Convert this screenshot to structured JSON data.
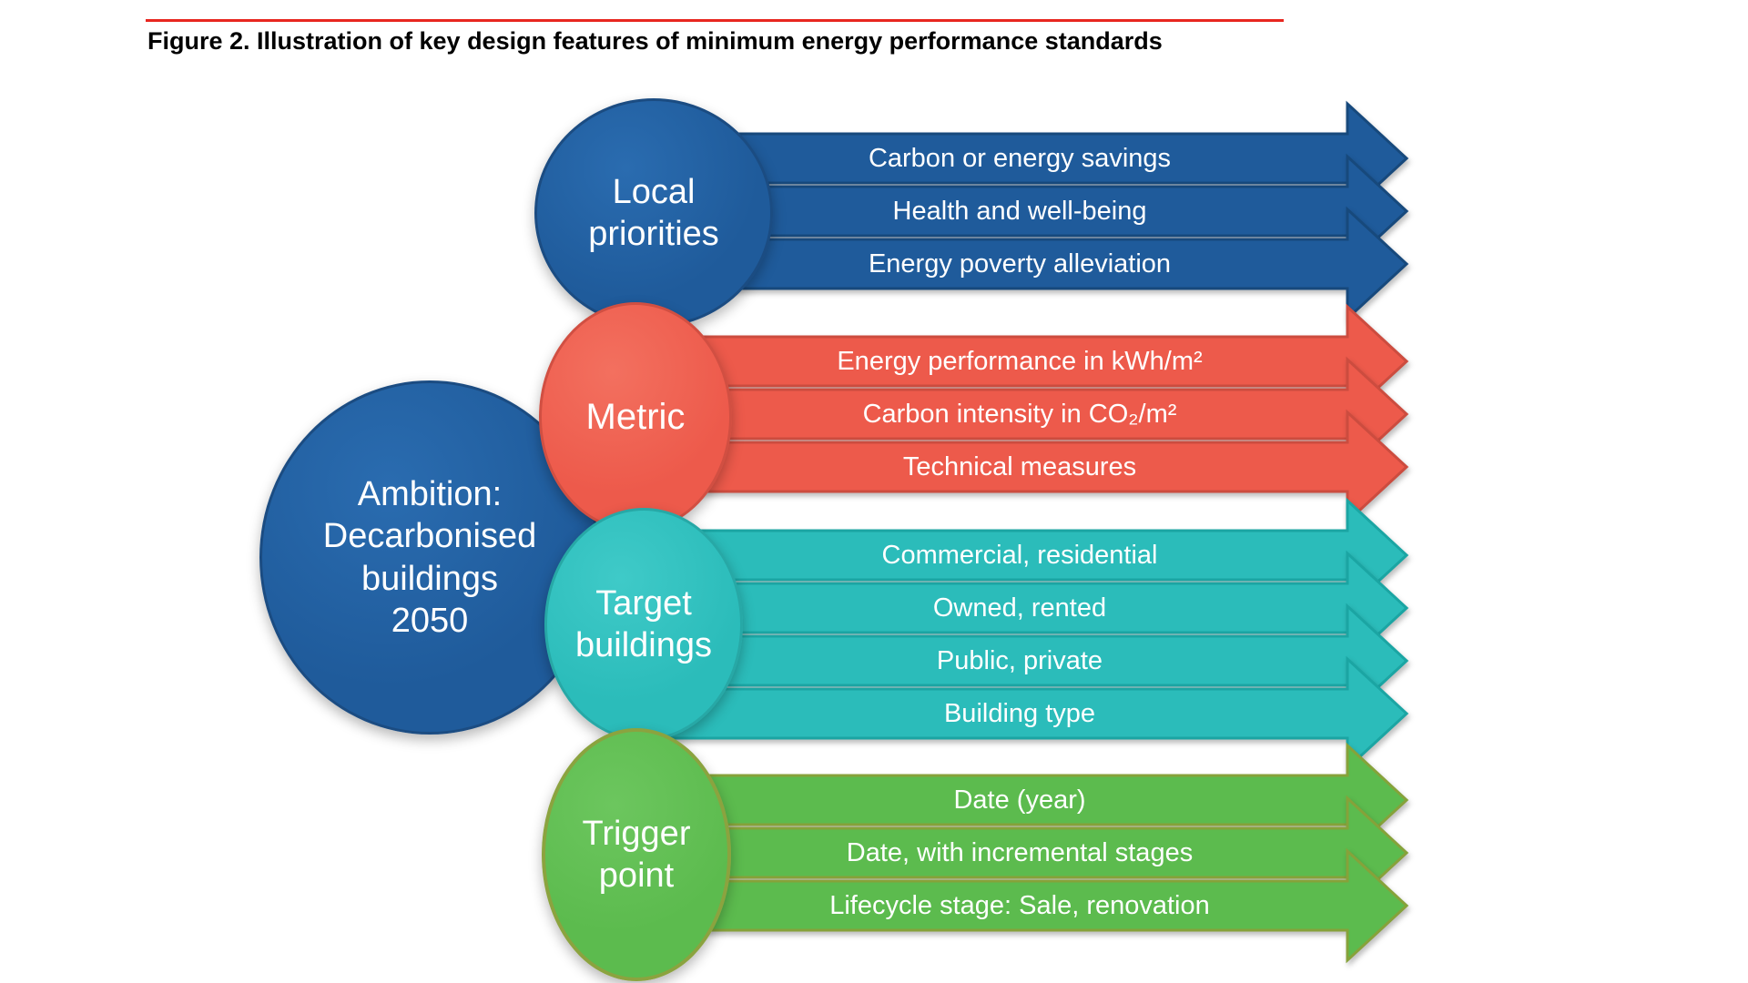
{
  "figure": {
    "title": "Figure 2. Illustration of key design features of minimum energy performance standards",
    "rule_color": "#e8261f",
    "background_color": "#ffffff"
  },
  "ambition": {
    "label": "Ambition:\nDecarbonised\nbuildings\n2050",
    "color": "#1f5b9b",
    "border_color": "#1b4c82",
    "text_color": "#ffffff"
  },
  "groups": [
    {
      "name": "Local priorities",
      "label": "Local\npriorities",
      "color": "#1f5b9b",
      "border_color": "#17497c",
      "items": [
        "Carbon or energy savings",
        "Health and well-being",
        "Energy poverty alleviation"
      ]
    },
    {
      "name": "Metric",
      "label": "Metric",
      "color": "#ed5a4b",
      "border_color": "#cc4c3f",
      "items": [
        "Energy performance in kWh/m²",
        "Carbon intensity in CO₂/m²",
        "Technical measures"
      ]
    },
    {
      "name": "Target buildings",
      "label": "Target\nbuildings",
      "color": "#2bbcba",
      "border_color": "#1ba5a3",
      "items": [
        "Commercial, residential",
        "Owned, rented",
        "Public, private",
        "Building type"
      ]
    },
    {
      "name": "Trigger point",
      "label": "Trigger\npoint",
      "color": "#5cbb4e",
      "border_color": "#86a23a",
      "items": [
        "Date (year)",
        "Date, with incremental stages",
        "Lifecycle stage: Sale, renovation"
      ]
    }
  ]
}
